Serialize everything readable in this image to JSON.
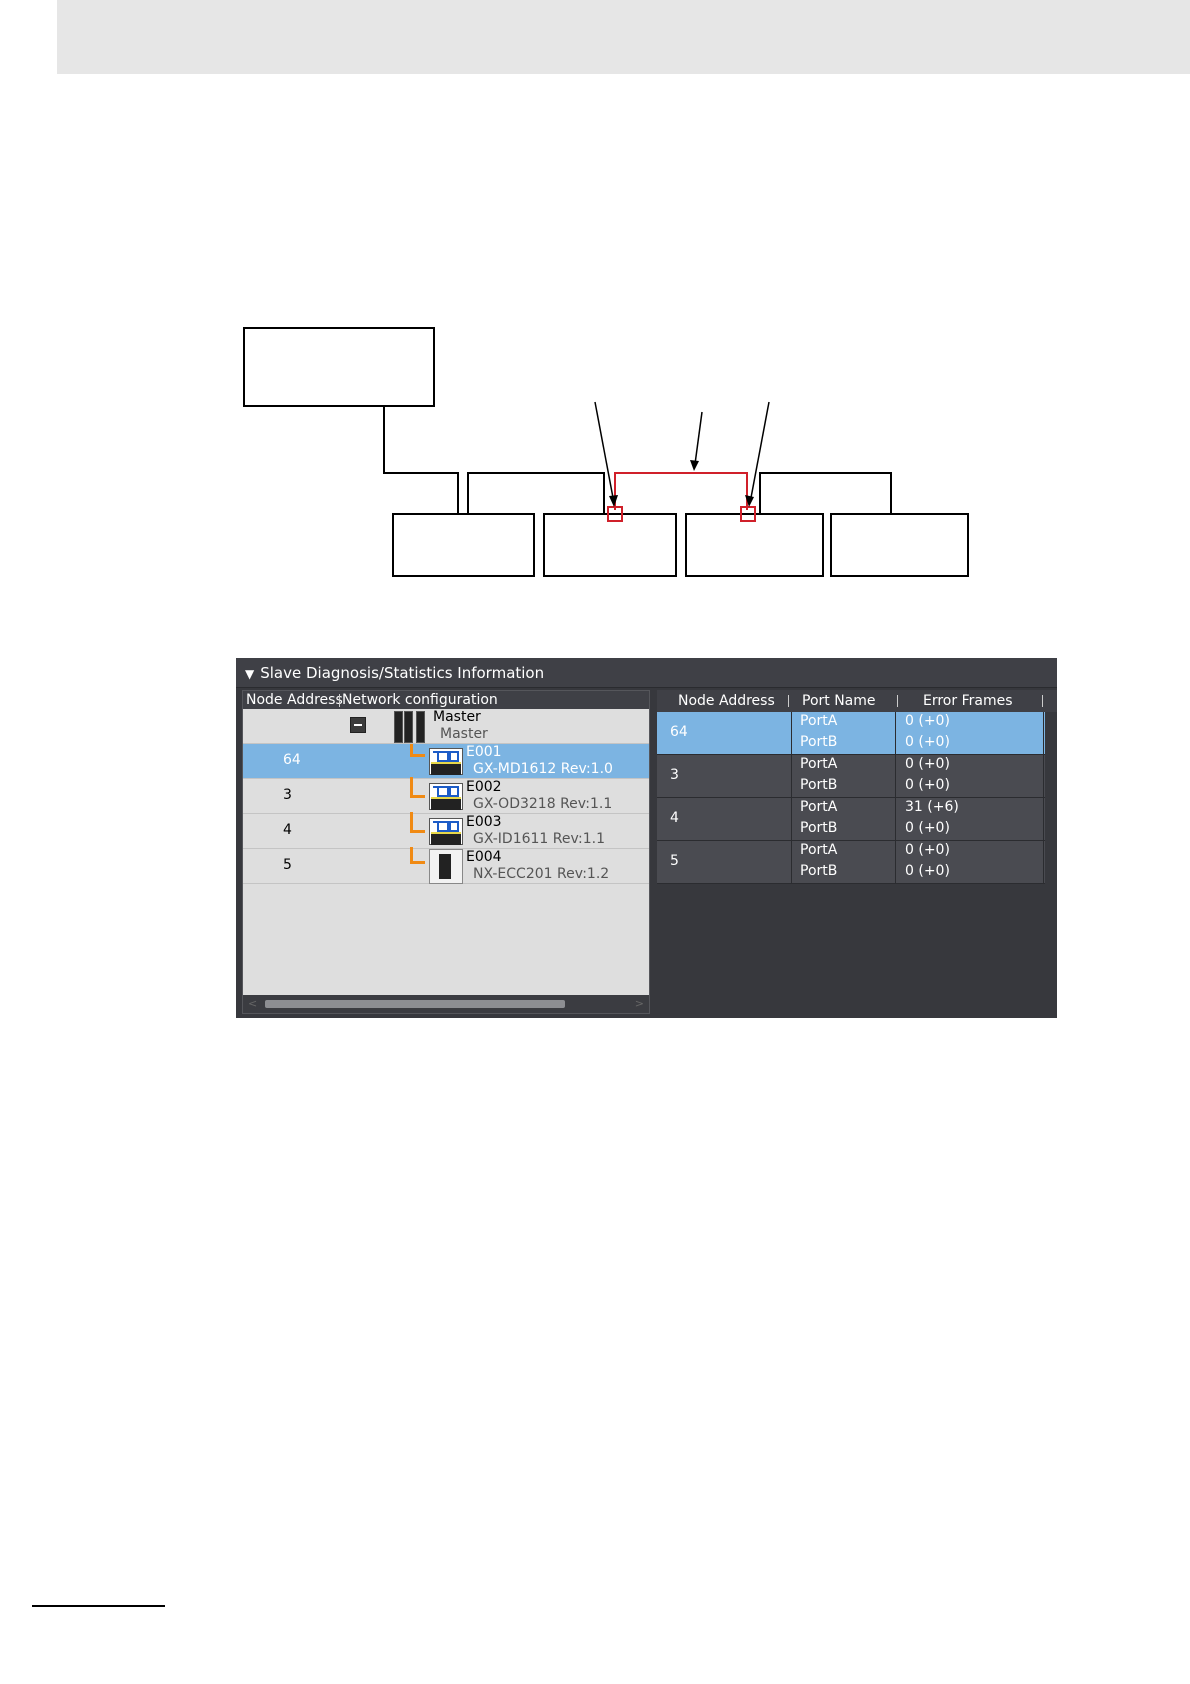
{
  "tool": {
    "title": "Slave Diagnosis/Statistics Information",
    "left_headers": {
      "node_address": "Node Address",
      "network_configuration": "Network configuration"
    },
    "master": {
      "name": "Master",
      "model": "Master"
    },
    "rows": [
      {
        "address": "64",
        "name": "E001",
        "model": "GX-MD1612 Rev:1.0"
      },
      {
        "address": "3",
        "name": "E002",
        "model": "GX-OD3218 Rev:1.1"
      },
      {
        "address": "4",
        "name": "E003",
        "model": "GX-ID1611 Rev:1.1"
      },
      {
        "address": "5",
        "name": "E004",
        "model": "NX-ECC201 Rev:1.2"
      }
    ],
    "right_headers": {
      "node_address": "Node Address",
      "port_name": "Port Name",
      "error_frames": "Error Frames"
    },
    "stats": [
      {
        "address": "64",
        "ports": [
          {
            "port": "PortA",
            "errors": "0 (+0)"
          },
          {
            "port": "PortB",
            "errors": "0 (+0)"
          }
        ]
      },
      {
        "address": "3",
        "ports": [
          {
            "port": "PortA",
            "errors": "0 (+0)"
          },
          {
            "port": "PortB",
            "errors": "0 (+0)"
          }
        ]
      },
      {
        "address": "4",
        "ports": [
          {
            "port": "PortA",
            "errors": "31 (+6)"
          },
          {
            "port": "PortB",
            "errors": "0 (+0)"
          }
        ]
      },
      {
        "address": "5",
        "ports": [
          {
            "port": "PortA",
            "errors": "0 (+0)"
          },
          {
            "port": "PortB",
            "errors": "0 (+0)"
          }
        ]
      }
    ]
  },
  "colors": {
    "selection": "#7cb4e2",
    "error_link": "#d0202a",
    "tree_line": "#f08a14"
  }
}
